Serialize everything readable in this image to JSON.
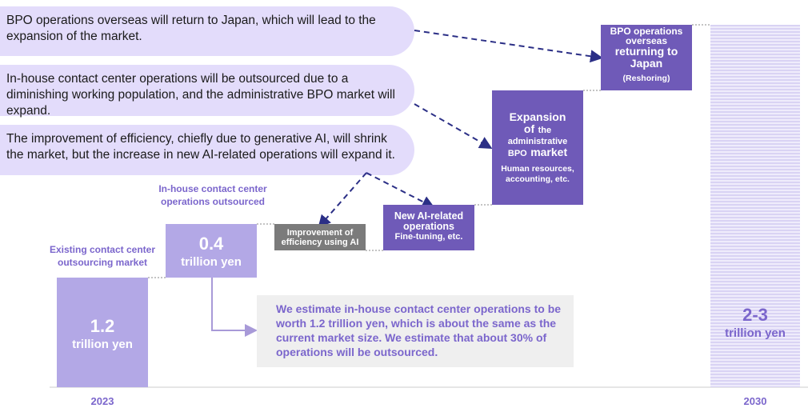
{
  "bubbles": [
    "BPO operations overseas will return to Japan, which will lead to the expansion of the market.",
    "In-house contact center operations will be outsourced due to a diminishing working population, and the administrative BPO market will expand.",
    "The improvement of efficiency, chiefly due to generative AI, will shrink the market, but the increase in new AI-related operations will expand it."
  ],
  "bars": {
    "existing": {
      "caption": "Existing contact center outsourcing market",
      "value": "1.2",
      "unit": "trillion yen"
    },
    "inhouse": {
      "caption": "In-house contact center operations outsourced",
      "value": "0.4",
      "unit": "trillion yen"
    },
    "improvement": {
      "label": "Improvement of efficiency using AI"
    },
    "new_ai": {
      "title": "New AI-related operations",
      "sub": "Fine-tuning, etc."
    },
    "admin": {
      "line1": "Expansion",
      "line2a": "of",
      "line2b": "the",
      "line3": "administrative",
      "line4a": "BPO",
      "line4b": "market",
      "sub": "Human resources, accounting, etc."
    },
    "reshoring": {
      "line1": "BPO operations overseas",
      "line2": "returning to Japan",
      "sub": "(Reshoring)"
    },
    "total": {
      "value": "2-3",
      "unit": "trillion yen"
    }
  },
  "note": "We estimate in-house contact center operations to be worth 1.2 trillion yen, which is about the same as the current market size. We estimate that about 30% of operations will be outsourced.",
  "years": {
    "start": "2023",
    "end": "2030"
  },
  "colors": {
    "accent": "#7661c6",
    "bubble": "#e3dcfb",
    "gray_bar": "#7b7b7b",
    "label_text": "#7b66cc"
  }
}
